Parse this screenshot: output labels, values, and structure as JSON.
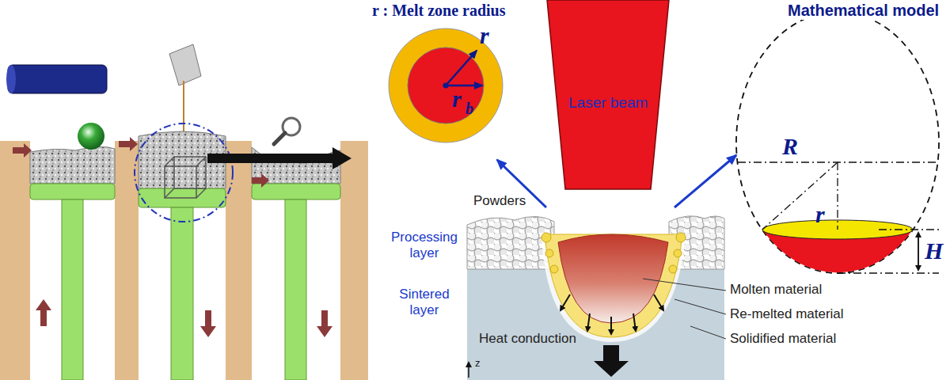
{
  "diagram": {
    "nodes": [
      {
        "text": [
          "Laser beam"
        ]
      }
    ],
    "labels": [
      "r : Melt zone radius",
      "Mathematical model",
      "r",
      "r",
      "b",
      "Powders",
      "Processing layer",
      "Sintered layer",
      "Heat conduction",
      "Molten material",
      "Re-melted material",
      "Solidified material",
      "R",
      "r",
      "H",
      "z"
    ]
  }
}
